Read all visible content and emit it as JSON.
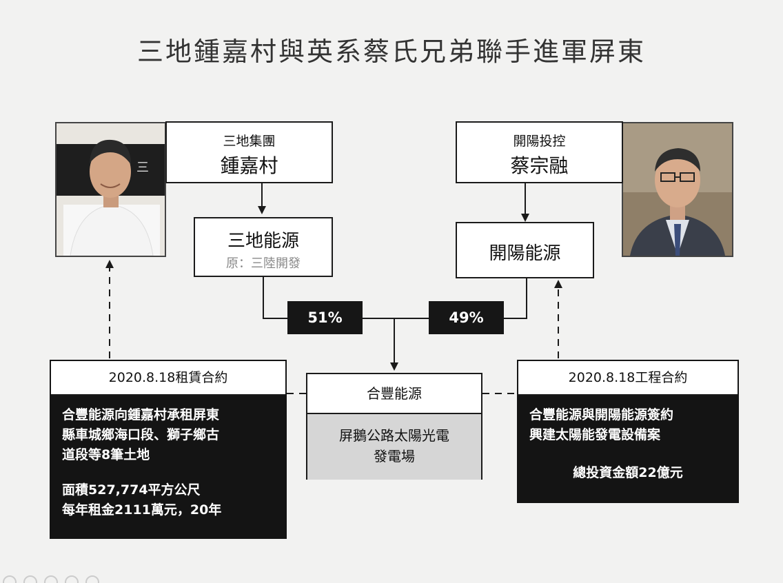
{
  "title": "三地鍾嘉村與英系蔡氏兄弟聯手進軍屏東",
  "left_person": {
    "company": "三地集團",
    "name": "鍾嘉村"
  },
  "right_person": {
    "company": "開陽投控",
    "name": "蔡宗融"
  },
  "left_energy": {
    "name": "三地能源",
    "former": "原：三陸開發"
  },
  "right_energy": {
    "name": "開陽能源"
  },
  "left_share": "51%",
  "right_share": "49%",
  "center": {
    "name": "合豐能源",
    "project_line1": "屏鵝公路太陽光電",
    "project_line2": "發電場"
  },
  "left_contract": {
    "heading": "2020.8.18租賃合約",
    "line1": "合豐能源向鍾嘉村承租屏東",
    "line2": "縣車城鄉海口段、獅子鄉古",
    "line3": "道段等8筆土地",
    "line4": "面積527,774平方公尺",
    "line5": "每年租金2111萬元，20年"
  },
  "right_contract": {
    "heading": "2020.8.18工程合約",
    "line1": "合豐能源與開陽能源簽約",
    "line2": "興建太陽能發電設備案",
    "line3": "總投資金額22億元"
  }
}
